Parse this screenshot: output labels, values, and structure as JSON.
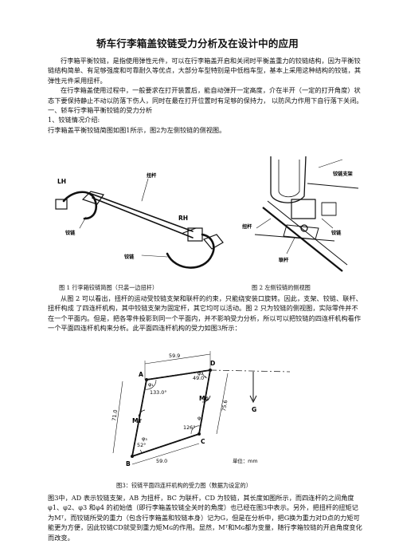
{
  "doc": {
    "title": "轿车行李箱盖铰链受力分析及在设计中的应用",
    "intro": [
      "行李箱平衡铰链，是指使用弹性元件，可以在行李箱盖开启和关闭时平衡盖重力的铰链结构，因为平衡铰链结构简单、有足够强度和可靠耐久等优点，大部分车型特别是中低档车型，基本上采用这种结构的铰链，其弹性元件采用扭杆。",
      "在行李箱盖使用过程中，一般要求在打开装置后，能自动弹开一定高度，介在半开（一定的打开角度）状态下要保持静止不动以防落下伤人，同时在最在打开位置时有足够的保持力，  以防风力作用下自行落下关闭。"
    ],
    "heading1": "一、轿车行李箱平衡铰链的受力分析",
    "heading2": "1、铰链情况介绍:",
    "line_intro": "行李箱盖平衡铰链简图如图1所示，图2为左侧铰链的侧视图。",
    "para_fig2": "从图 2 可以看出，扭杆的运动受铰链支架和联杆的约束，只能绕安装口旋转。因此，支架、铰链、联杆、扭杆构成 了四连杆机构，其中铰链支架为固定杆，其它均可以活动。图 2 只为铰链的侧视图，实际零件并不在一个平面内。但是，把各零件投影到同一个平面内，并不影响受力分析，所以可以把铰链的四连杆机构看作一个平面四连杆机构来分析。此平面四连杆机构的受力如图3所示：",
    "para_fig3": "图3中，AD 表示铰链支架，AB 为扭杆，BC 为联杆，CD 为铰链，其长度如图所示，而四连杆的之间角度φ1、φ2、φ3 和φ4 的初始值（即行李箱盖铰链全关时的角度）也已经在图3中表示。另外，把扭杆的扭矩记为Mᵀ，而铰链所受的重力（包含行李箱盖和铰链本身）记为G，但是在分析中，把G换为重力对D点的力矩可能更为方便，因此铰链CD就受到重力矩Mɢ的作用。显然，Mᵀ和Mɢ都为变量，随行李箱铰链的开启角度变化而改变。"
  },
  "fig1": {
    "caption": "图 1   行李箱铰链简图（只装一边扭杆）",
    "labels": {
      "lh": "LH",
      "rh": "RH",
      "torsion": "扭杆",
      "hinge_top": "铰链",
      "hinge_bottom": "铰链"
    }
  },
  "fig2": {
    "caption": "图 2 左侧铰链的侧视图",
    "labels": {
      "bracket": "铰链支架",
      "torsion": "扭杆",
      "hinge": "铰链",
      "link": "联杆"
    }
  },
  "fig3": {
    "caption": "图3：铰链平面四连杆机构的受力图（数据为设定的）",
    "points": {
      "a": "A",
      "b": "B",
      "c": "C",
      "d": "D"
    },
    "lengths": {
      "ad": "59.9",
      "ab": "71.0",
      "bc": "59.0",
      "cd": "75.6"
    },
    "angles": {
      "a": "133.0°",
      "b": "52°",
      "c": "126°",
      "d": "49.0°"
    },
    "phi": {
      "p1": "φ₁",
      "p2": "φ₂",
      "p3": "φ₃",
      "p4": "φ₄"
    },
    "moments": {
      "mt": "Mᴛ",
      "mg": "Mɢ"
    },
    "force": "G",
    "unit": "单位：mm"
  }
}
